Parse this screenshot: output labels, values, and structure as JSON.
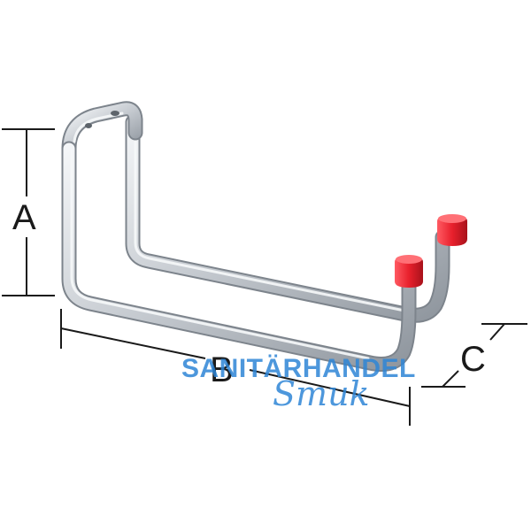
{
  "dimensions": {
    "height_label": "A",
    "length_label": "B",
    "depth_label": "C"
  },
  "watermark": {
    "line1": "SANITÄRHANDEL",
    "line2": "Smuk",
    "color": "#2f86d6"
  },
  "colors": {
    "steel": "#c9ced4",
    "cap": "#e8202c",
    "dimension_line": "#1a1a1a"
  }
}
